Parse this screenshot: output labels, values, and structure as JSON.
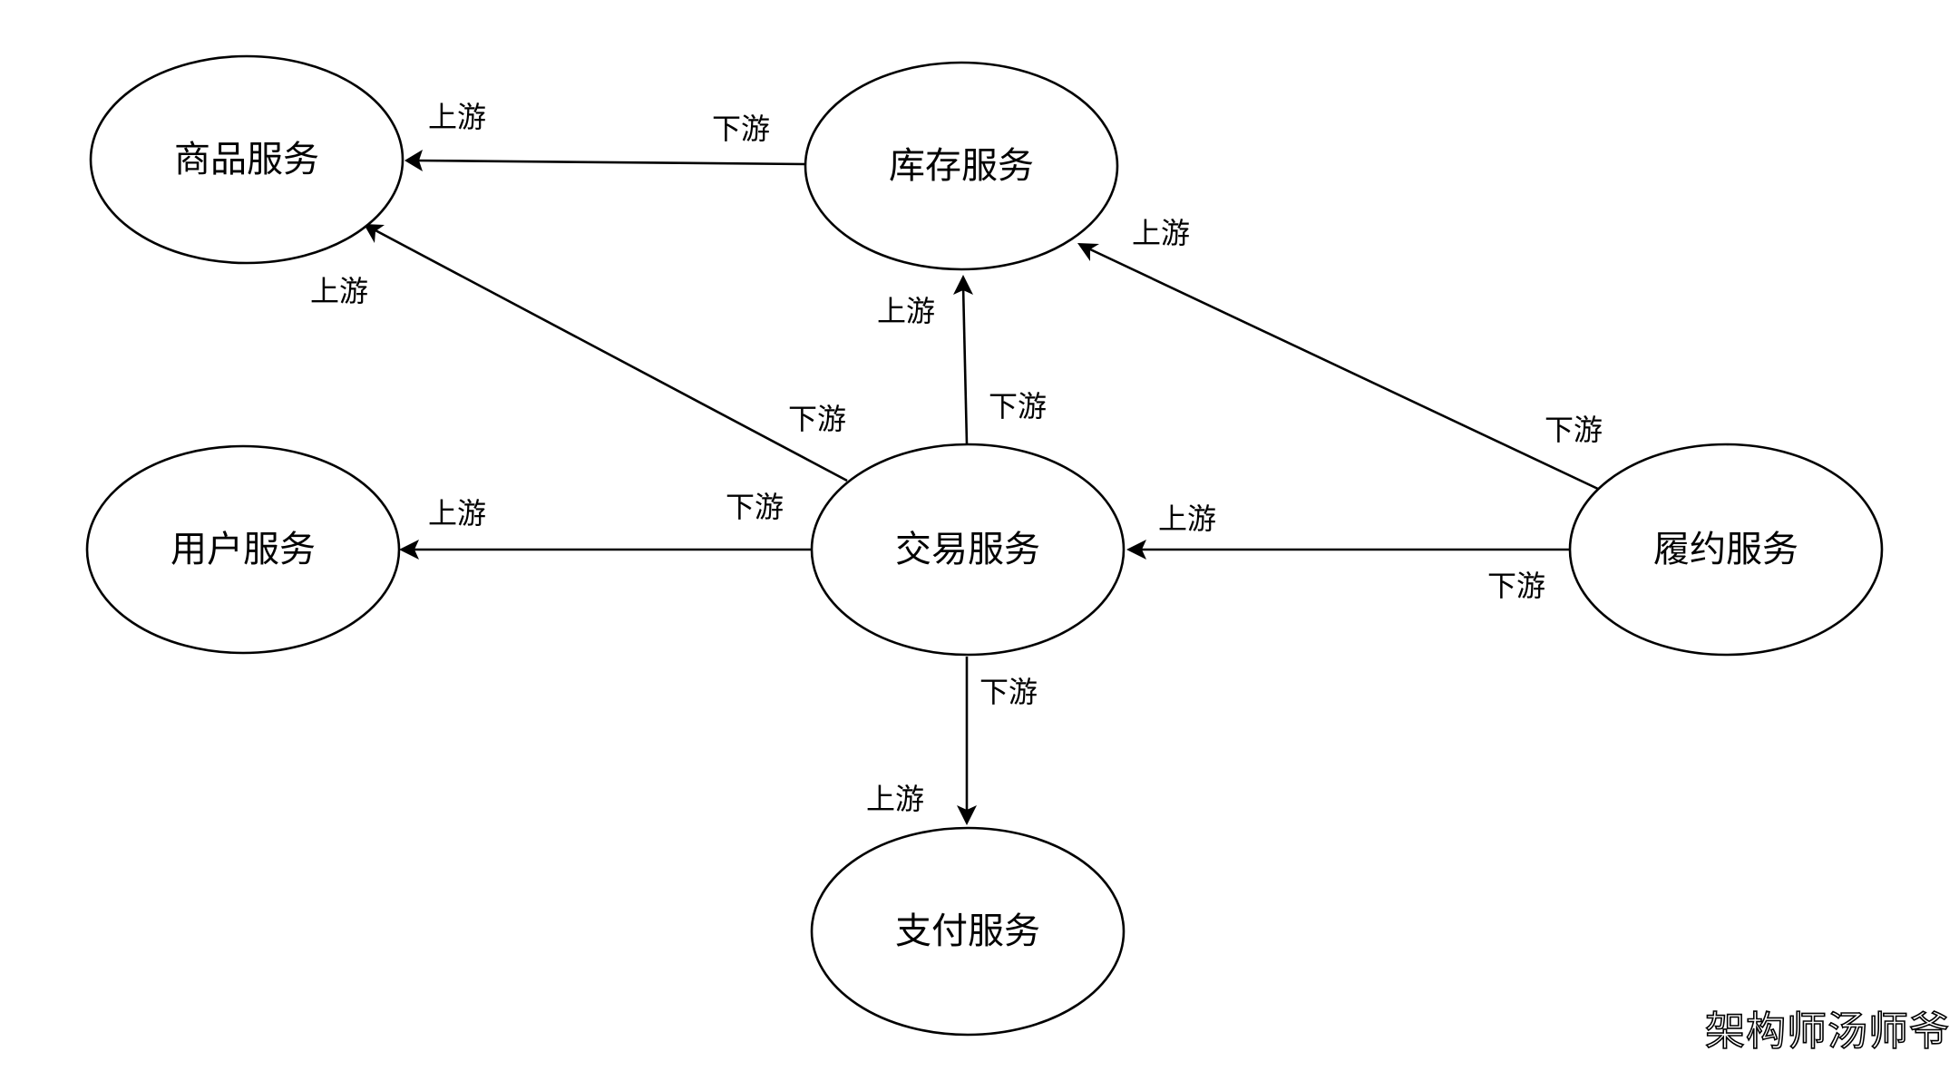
{
  "nodes": [
    {
      "id": "goods",
      "label": "商品服务"
    },
    {
      "id": "inventory",
      "label": "库存服务"
    },
    {
      "id": "user",
      "label": "用户服务"
    },
    {
      "id": "trade",
      "label": "交易服务"
    },
    {
      "id": "fulfillment",
      "label": "履约服务"
    },
    {
      "id": "payment",
      "label": "支付服务"
    }
  ],
  "edges": [
    {
      "from": "inventory",
      "to": "goods",
      "upstream_label": "上游",
      "downstream_label": "下游"
    },
    {
      "from": "trade",
      "to": "goods",
      "upstream_label": "上游",
      "downstream_label": "下游"
    },
    {
      "from": "trade",
      "to": "inventory",
      "upstream_label": "上游",
      "downstream_label": "下游"
    },
    {
      "from": "fulfillment",
      "to": "inventory",
      "upstream_label": "上游",
      "downstream_label": "下游"
    },
    {
      "from": "trade",
      "to": "user",
      "upstream_label": "上游",
      "downstream_label": "下游"
    },
    {
      "from": "fulfillment",
      "to": "trade",
      "upstream_label": "上游",
      "downstream_label": "下游"
    },
    {
      "from": "trade",
      "to": "payment",
      "upstream_label": "上游",
      "downstream_label": "下游"
    }
  ],
  "watermark": "架构师汤师爷"
}
